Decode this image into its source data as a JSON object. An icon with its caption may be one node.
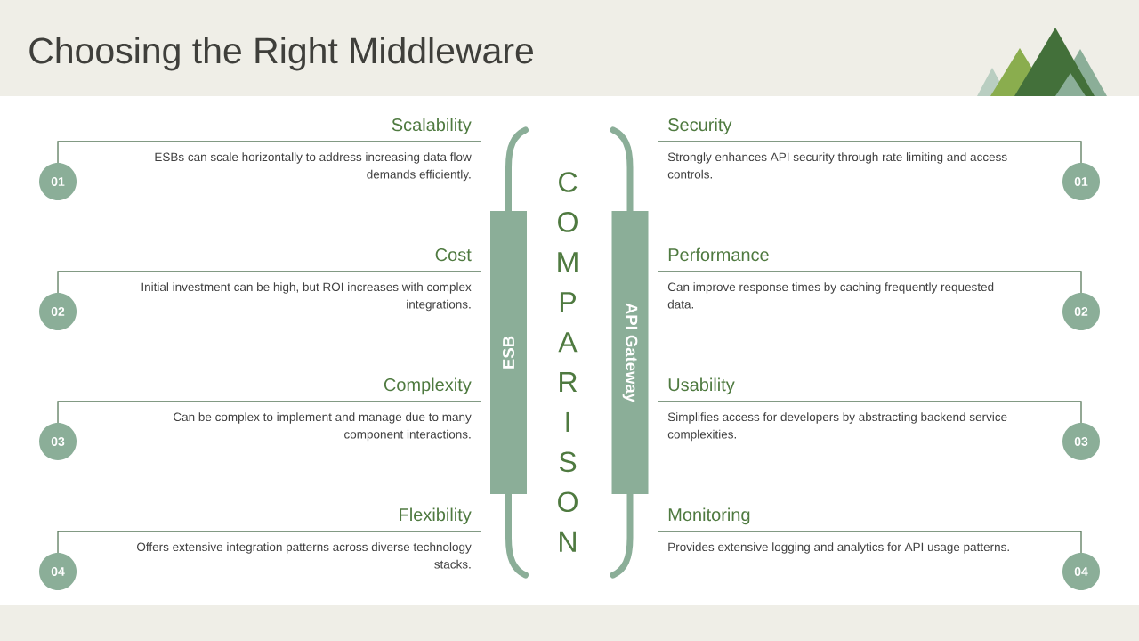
{
  "diagram": {
    "title": "Choosing the Right Middleware",
    "nodes": [
      {
        "text": [
          "01"
        ],
        "beside": [
          "Scalability",
          "ESBs can scale horizontally to address increasing data flow demands efficiently."
        ]
      },
      {
        "text": [
          "02"
        ],
        "beside": [
          "Cost",
          "Initial investment can be high, but ROI increases with complex integrations."
        ]
      },
      {
        "text": [
          "03"
        ],
        "beside": [
          "Complexity",
          "Can be complex to implement and manage due to many component interactions."
        ]
      },
      {
        "text": [
          "04"
        ],
        "beside": [
          "Flexibility",
          "Offers extensive integration patterns across diverse technology stacks."
        ]
      },
      {
        "text": [
          "ESB"
        ]
      },
      {
        "text": [
          "API Gateway"
        ]
      },
      {
        "text": [
          "01"
        ],
        "beside": [
          "Security",
          "Strongly enhances API security through rate limiting and access controls."
        ]
      },
      {
        "text": [
          "02"
        ],
        "beside": [
          "Performance",
          "Can improve response times by caching frequently requested data."
        ]
      },
      {
        "text": [
          "03"
        ],
        "beside": [
          "Usability",
          "Simplifies access for developers by abstracting backend service complexities."
        ]
      },
      {
        "text": [
          "04"
        ],
        "beside": [
          "Monitoring",
          "Provides extensive logging and analytics for API usage patterns."
        ]
      }
    ],
    "labels": [
      "COMPARISON"
    ]
  }
}
